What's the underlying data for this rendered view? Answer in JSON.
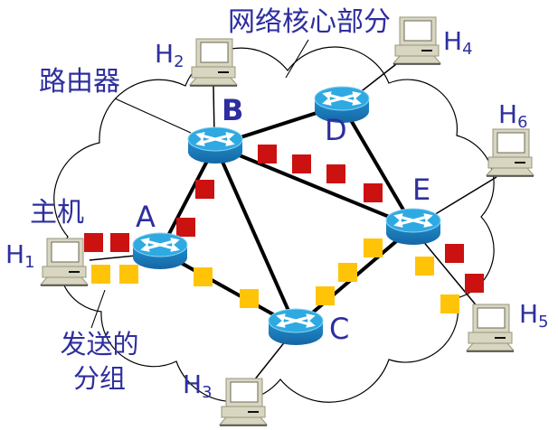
{
  "annotations": {
    "core_label": "网络核心部分",
    "router_label": "路由器",
    "host_label": "主机",
    "packets_label_line1": "发送的",
    "packets_label_line2": "分组"
  },
  "routers": [
    {
      "id": "A",
      "label": "A"
    },
    {
      "id": "B",
      "label": "B"
    },
    {
      "id": "C",
      "label": "C"
    },
    {
      "id": "D",
      "label": "D"
    },
    {
      "id": "E",
      "label": "E"
    }
  ],
  "hosts": [
    {
      "id": "H1",
      "base": "H",
      "sub": "1"
    },
    {
      "id": "H2",
      "base": "H",
      "sub": "2"
    },
    {
      "id": "H3",
      "base": "H",
      "sub": "3"
    },
    {
      "id": "H4",
      "base": "H",
      "sub": "4"
    },
    {
      "id": "H5",
      "base": "H",
      "sub": "5"
    },
    {
      "id": "H6",
      "base": "H",
      "sub": "6"
    }
  ],
  "links": {
    "core": [
      "A-B",
      "A-C",
      "B-C",
      "B-D",
      "B-E",
      "C-E",
      "D-E"
    ],
    "access": [
      "H1-A",
      "H2-B",
      "H3-C",
      "H4-D",
      "H5-E",
      "H6-E"
    ]
  },
  "packets": {
    "red": {
      "color": "#CC1111",
      "route": "H1-A-B-E-H5",
      "count": 10
    },
    "yellow": {
      "color": "#FFC408",
      "route": "H1-A-C-E-H5",
      "count": 9
    }
  },
  "colors": {
    "label_text": "#2E2E9F",
    "router_top": "#2FA9E2",
    "router_body_dark": "#1668A6",
    "link_line": "#000000",
    "computer_body": "#D8D5C0"
  }
}
